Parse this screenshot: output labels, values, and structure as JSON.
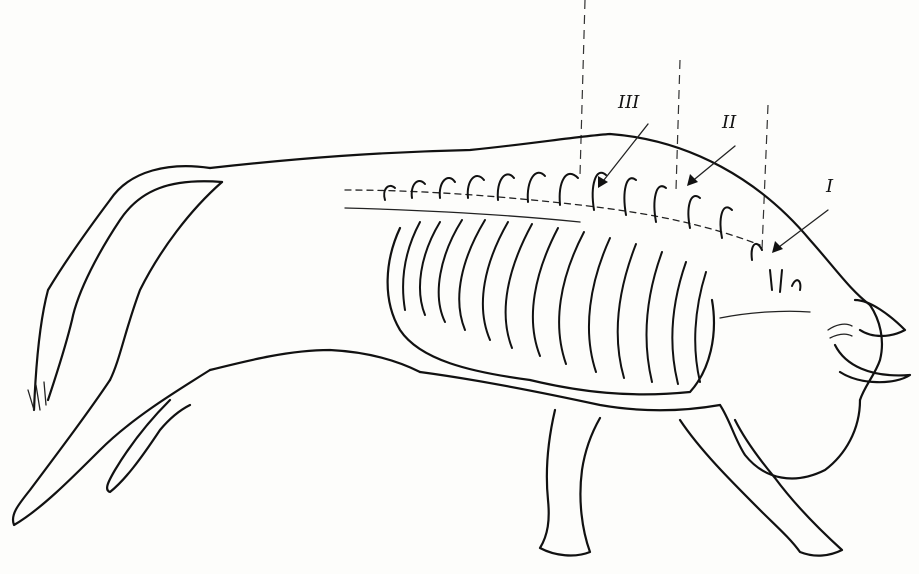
{
  "labels": {
    "I": "I",
    "II": "II",
    "III": "III"
  },
  "colors": {
    "ink": "#111111",
    "paper": "#fdfdfb"
  }
}
